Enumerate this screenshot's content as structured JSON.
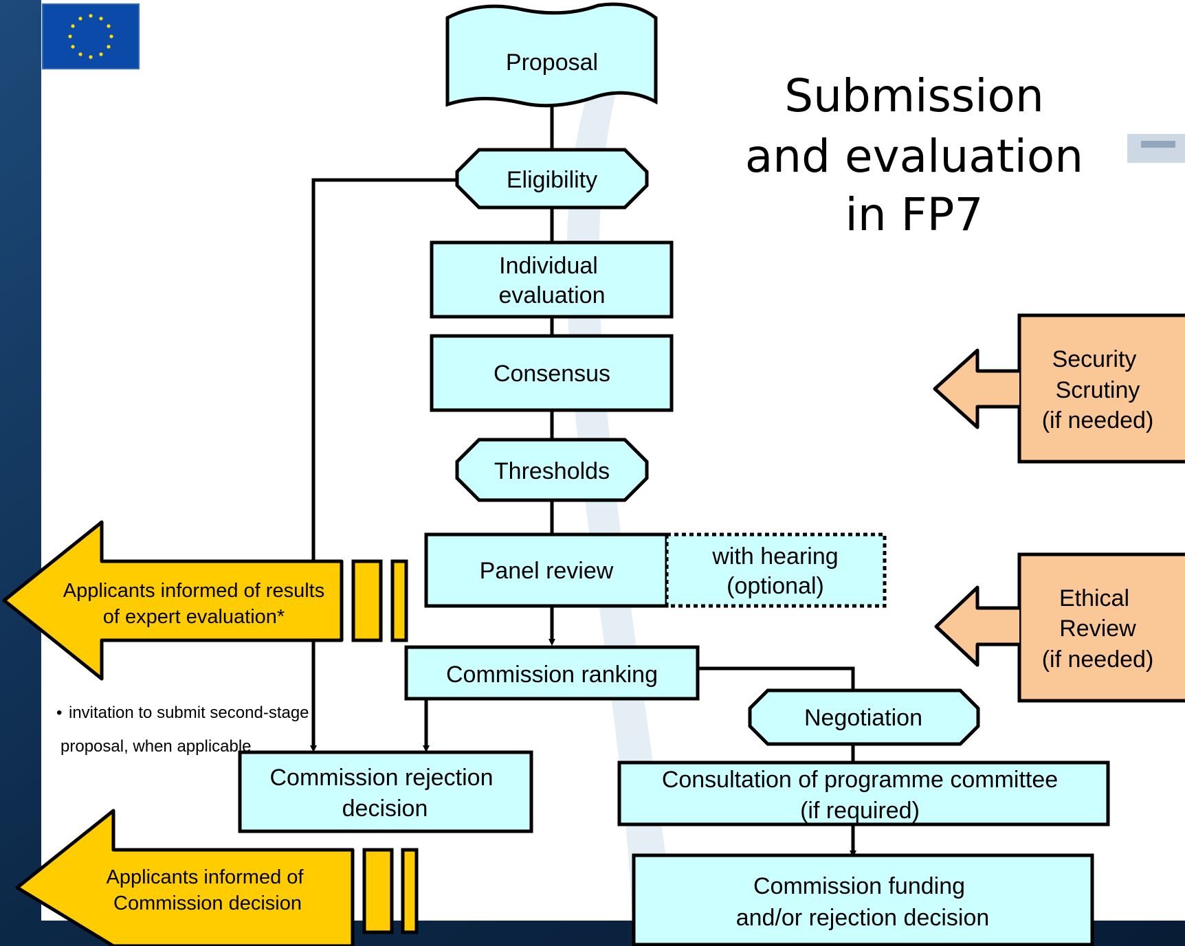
{
  "title": {
    "lines": [
      "Submission",
      "and evaluation",
      "in FP7"
    ]
  },
  "nodes": {
    "proposal": "Proposal",
    "eligibility": "Eligibility",
    "individual_evaluation": [
      "Individual",
      "evaluation"
    ],
    "consensus": "Consensus",
    "thresholds": "Thresholds",
    "panel_review": "Panel review",
    "hearing": [
      "with hearing",
      "(optional)"
    ],
    "commission_ranking": "Commission ranking",
    "negotiation": "Negotiation",
    "consultation": [
      "Consultation of programme committee",
      "(if required)"
    ],
    "funding_decision": [
      "Commission funding",
      "and/or rejection decision"
    ],
    "rejection_decision": [
      "Commission rejection",
      "decision"
    ]
  },
  "side_arrows": {
    "security": [
      "Security",
      "Scrutiny",
      "(if needed)"
    ],
    "ethical": [
      "Ethical",
      "Review",
      "(if needed)"
    ]
  },
  "applicant_arrows": {
    "expert_results": [
      "Applicants informed of results",
      "of expert evaluation*"
    ],
    "commission_decision": [
      "Applicants informed of",
      "Commission decision"
    ]
  },
  "footnote": {
    "bullet": "•",
    "lines": [
      "invitation to submit second-stage",
      "proposal, when applicable"
    ]
  },
  "colors": {
    "box_fill": "#ccffff",
    "orange_fill": "#f9c896",
    "yellow_fill": "#ffcc00",
    "background": "#ffffff",
    "frame": "#0d2b4e"
  },
  "icons": {
    "logo": "eu-flag-icon"
  }
}
